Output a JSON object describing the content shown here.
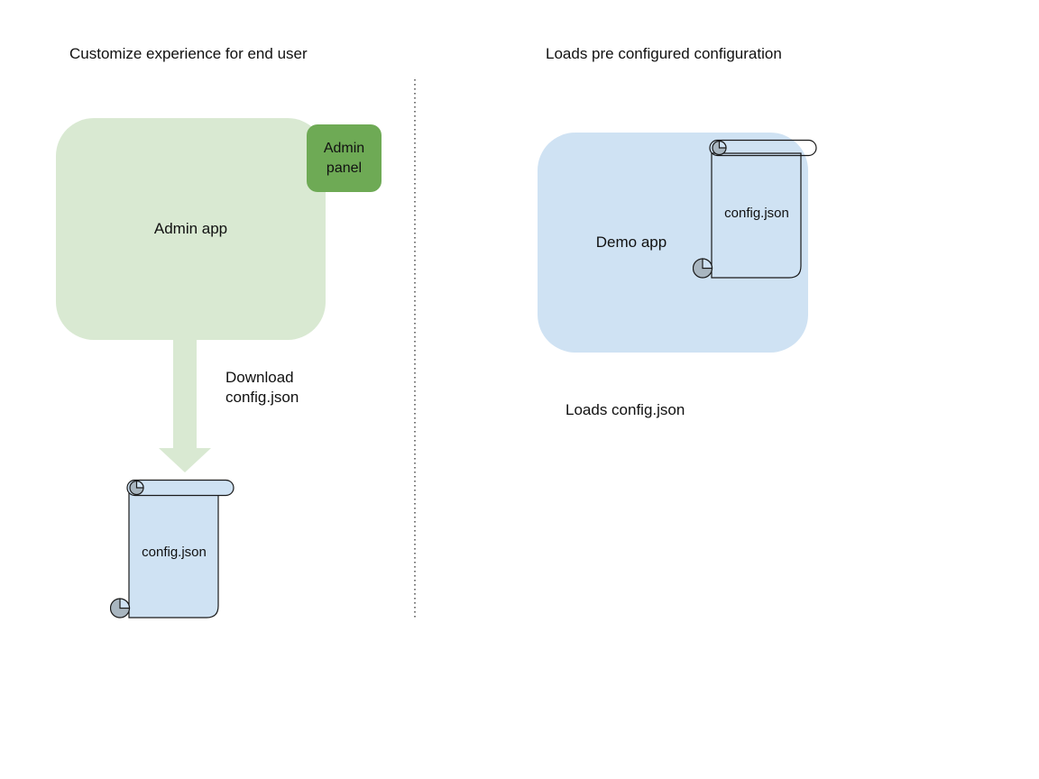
{
  "titles": {
    "left": "Customize experience for end user",
    "right": "Loads pre configured configuration"
  },
  "left_section": {
    "admin_app_label": "Admin app",
    "admin_panel_label": "Admin panel",
    "download_line1": "Download",
    "download_line2": "config.json",
    "config_file_label": "config.json"
  },
  "right_section": {
    "demo_app_label": "Demo app",
    "config_file_label": "config.json",
    "loads_label": "Loads config.json"
  },
  "colors": {
    "green_light": "#d9e9d2",
    "green_dark": "#6eaa55",
    "blue_light": "#cfe2f3",
    "curl_gray": "#a9b6c0",
    "outline": "#1a1a1a",
    "text": "#111111",
    "divider": "#777777"
  }
}
